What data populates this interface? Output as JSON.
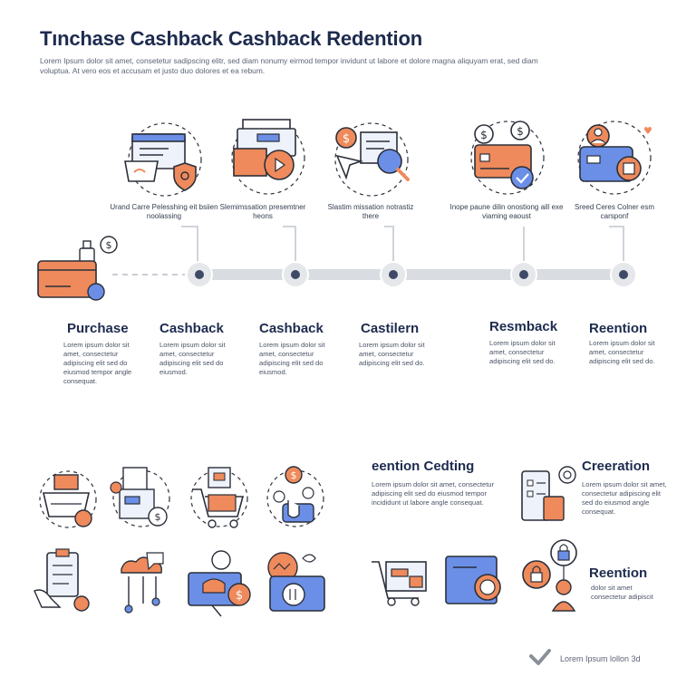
{
  "header": {
    "title": "Tınchase Cashback Cashback Redention",
    "subtitle": "Lorem Ipsum dolor sit amet, consetetur sadipscing elitr, sed diam nonumy eirmod tempor invidunt ut labore et dolore magna aliquyam erat, sed diam voluptua. At vero eos et accusam et justo duo dolores et ea rebum."
  },
  "top_icons": [
    {
      "caption": "Urand Carre Pelesshing eit bsiien noolassing",
      "icon": "invoice-card-icon"
    },
    {
      "caption": "Slemimssation presemtner heons",
      "icon": "store-screen-icon"
    },
    {
      "caption": "Slastim missation notrastiz there",
      "icon": "search-payment-icon"
    },
    {
      "caption": "Inope paune dilin onostiong aill exe viaming eaoust",
      "icon": "card-check-icon"
    },
    {
      "caption": "Sreed Ceres Colner esm carsponf",
      "icon": "wallet-user-icon"
    }
  ],
  "steps": [
    {
      "title": "Purchase",
      "desc": "Lorem ipsum dolor sit amet, consectetur adipiscing elit sed do eiusmod tempor angle consequat."
    },
    {
      "title": "Cashback",
      "desc": "Lorem ipsum dolor sit amet, consectetur adipiscing elit sed do eiusmod."
    },
    {
      "title": "Cashback",
      "desc": "Lorem ipsum dolor sit amet, consectetur adipiscing elit sed do eiusmod."
    },
    {
      "title": "Castilern",
      "desc": "Lorem ipsum dolor sit amet, consectetur adipiscing elit sed do."
    },
    {
      "title": "Resmback",
      "desc": "Lorem ipsum dolor sit amet, consectetur adipiscing elit sed do."
    },
    {
      "title": "Reention",
      "desc": "Lorem ipsum dolor sit amet, consectetur adipiscing elit sed do."
    }
  ],
  "sections": [
    {
      "title": "eention Cedting",
      "desc": "Lorem ipsum dolor sit amet, consectetur adipiscing elit sed do eiusmod tempor incididunt ut labore angle consequat."
    },
    {
      "title": "Creeration",
      "desc": "Lorem ipsum dolor sit amet, consectetur adipiscing elit sed do eiusmod angle consequat."
    },
    {
      "title": "Reention",
      "desc": "dolor sit amet consectetur adipiscit"
    }
  ],
  "footer": {
    "text": "Lorem Ipsum lollon 3d"
  },
  "colors": {
    "navy": "#1e2b4f",
    "orange": "#ee8a5b",
    "blue": "#6b8fe6",
    "track": "#d6d9de",
    "node": "#3e4a66"
  }
}
